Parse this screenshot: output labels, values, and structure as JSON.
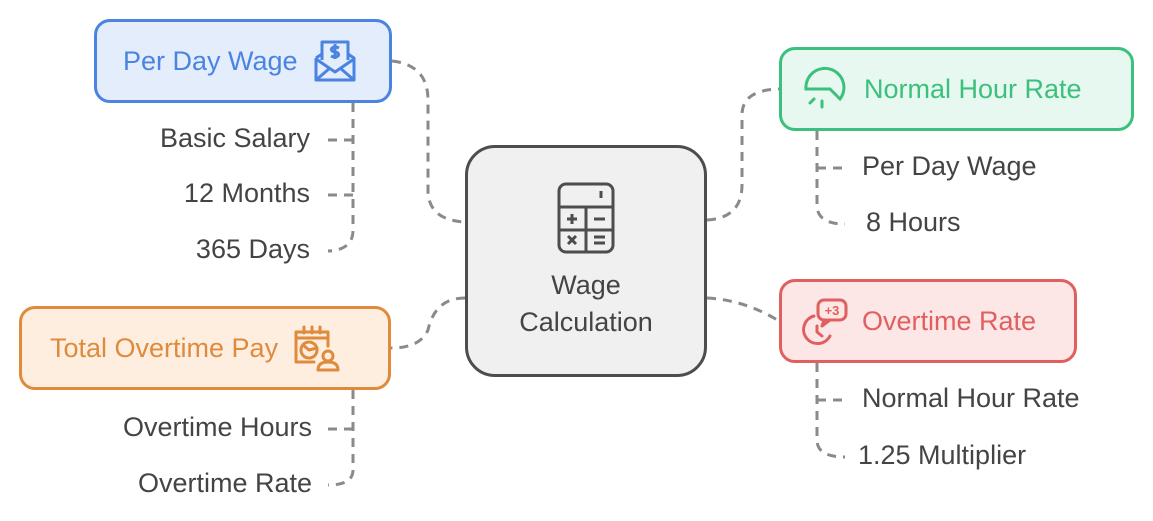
{
  "center": {
    "title_line1": "Wage",
    "title_line2": "Calculation",
    "icon": "calculator-icon",
    "color": "#4d4d4d",
    "fill": "#f0f0f0"
  },
  "nodes": {
    "per_day_wage": {
      "label": "Per Day Wage",
      "icon": "envelope-dollar-icon",
      "color": "#4a84e0",
      "fill": "#e3edfc",
      "children": [
        "Basic Salary",
        "12 Months",
        "365 Days"
      ]
    },
    "normal_hour_rate": {
      "label": "Normal Hour Rate",
      "icon": "timer-gauge-icon",
      "color": "#3cc07d",
      "fill": "#e6f8ef",
      "children": [
        "Per Day Wage",
        "8 Hours"
      ]
    },
    "overtime_rate": {
      "label": "Overtime Rate",
      "icon": "clock-plus-three-icon",
      "color": "#e06060",
      "fill": "#fde6e6",
      "children": [
        "Normal Hour Rate",
        "1.25 Multiplier"
      ]
    },
    "total_overtime_pay": {
      "label": "Total Overtime Pay",
      "icon": "calendar-chart-user-icon",
      "color": "#e08a3c",
      "fill": "#fdeee0",
      "children": [
        "Overtime Hours",
        "Overtime Rate"
      ]
    }
  },
  "connector_color": "#8a8a8a"
}
